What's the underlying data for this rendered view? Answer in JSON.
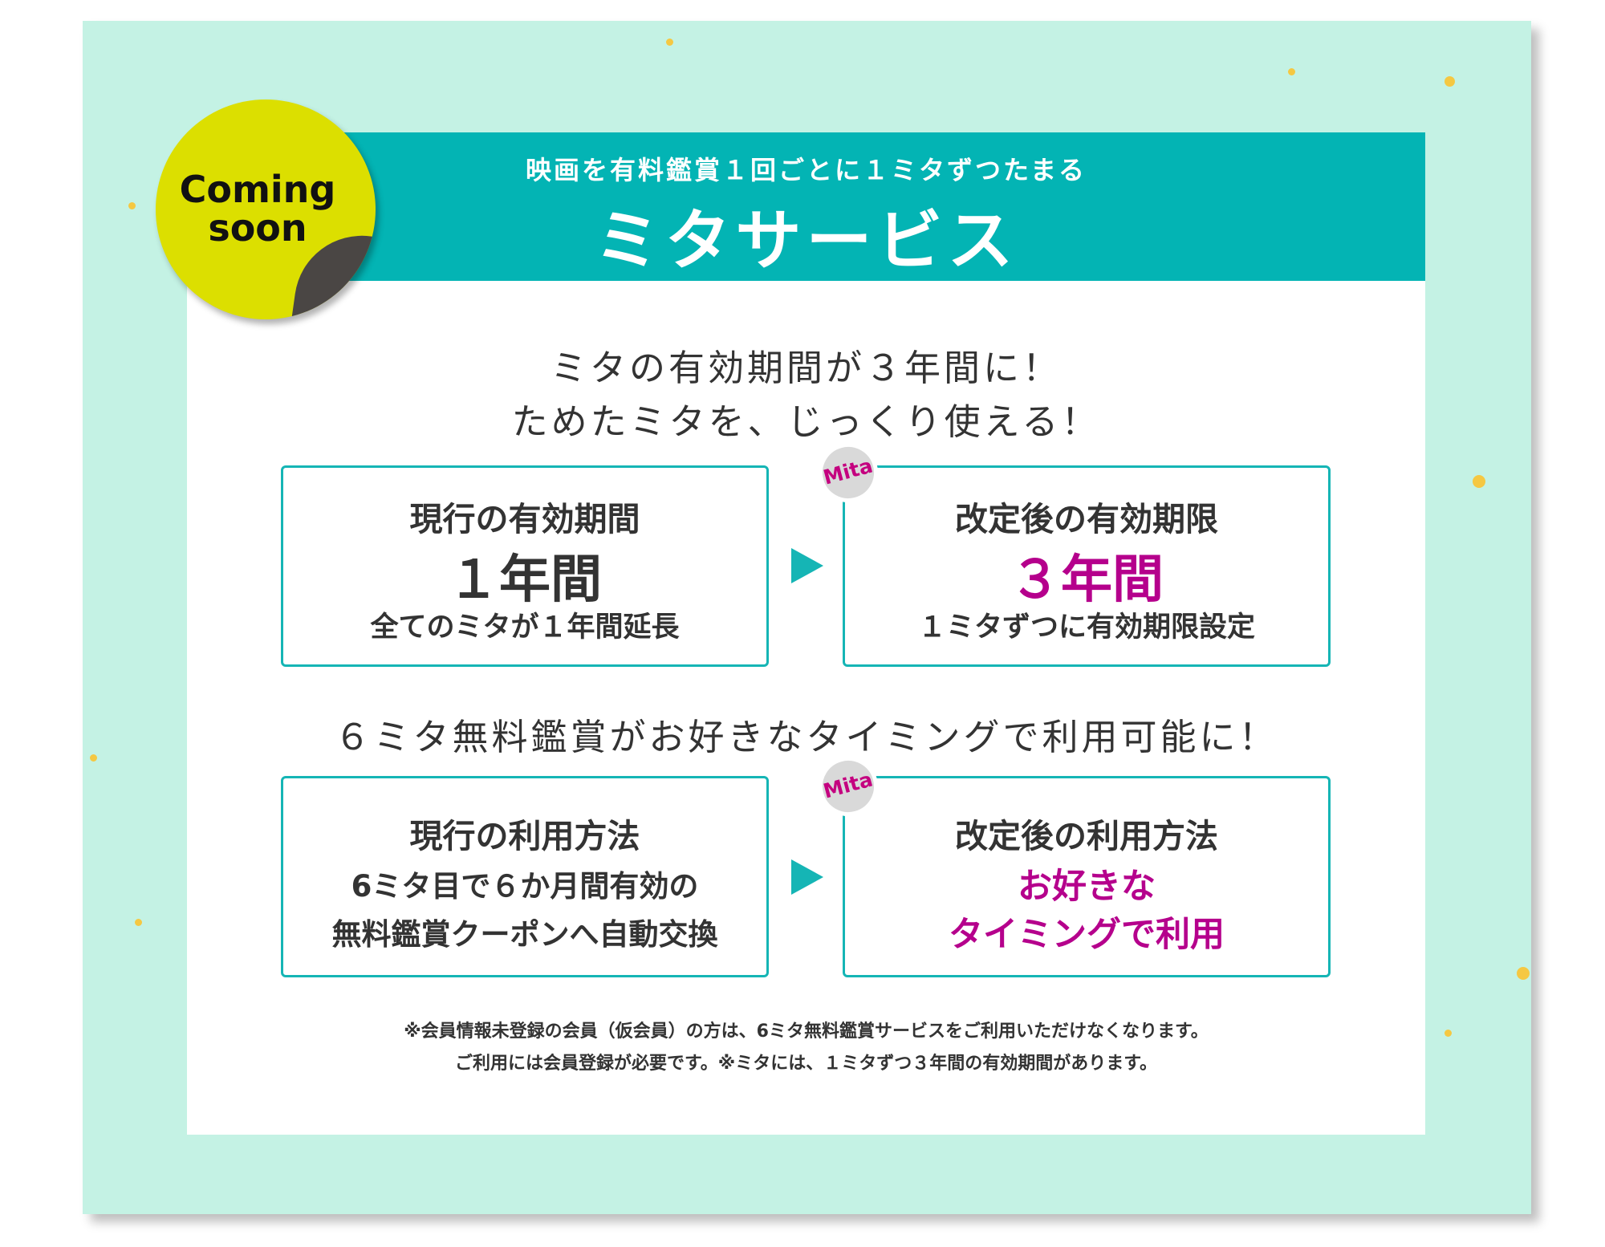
{
  "sticker": {
    "text_line1": "Coming",
    "text_line2": "soon"
  },
  "header": {
    "subtitle": "映画を有料鑑賞１回ごとに１ミタずつたまる",
    "title": "ミタサービス"
  },
  "section1": {
    "heading_line1": "ミタの有効期間が３年間に！",
    "heading_line2": "ためたミタを、じっくり使える！",
    "current": {
      "label": "現行の有効期間",
      "value": "１年間",
      "detail": "全てのミタが１年間延長"
    },
    "badge": "Mita",
    "revised": {
      "label": "改定後の有効期限",
      "value": "３年間",
      "detail": "１ミタずつに有効期限設定"
    }
  },
  "section2": {
    "heading": "６ミタ無料鑑賞がお好きなタイミングで利用可能に！",
    "current": {
      "label": "現行の利用方法",
      "line1": "6ミタ目で６か月間有効の",
      "line2": "無料鑑賞クーポンへ自動交換"
    },
    "badge": "Mita",
    "revised": {
      "label": "改定後の利用方法",
      "line1": "お好きな",
      "line2": "タイミングで利用"
    }
  },
  "notes": {
    "line1": "※会員情報未登録の会員（仮会員）の方は、6ミタ無料鑑賞サービスをご利用いただけなくなります。",
    "line2": "ご利用には会員登録が必要です。※ミタには、１ミタずつ３年間の有効期間があります。"
  },
  "colors": {
    "teal": "#03b4b4",
    "mint": "#c4f2e4",
    "accent": "#b5008c",
    "sticker": "#dcdf00"
  }
}
